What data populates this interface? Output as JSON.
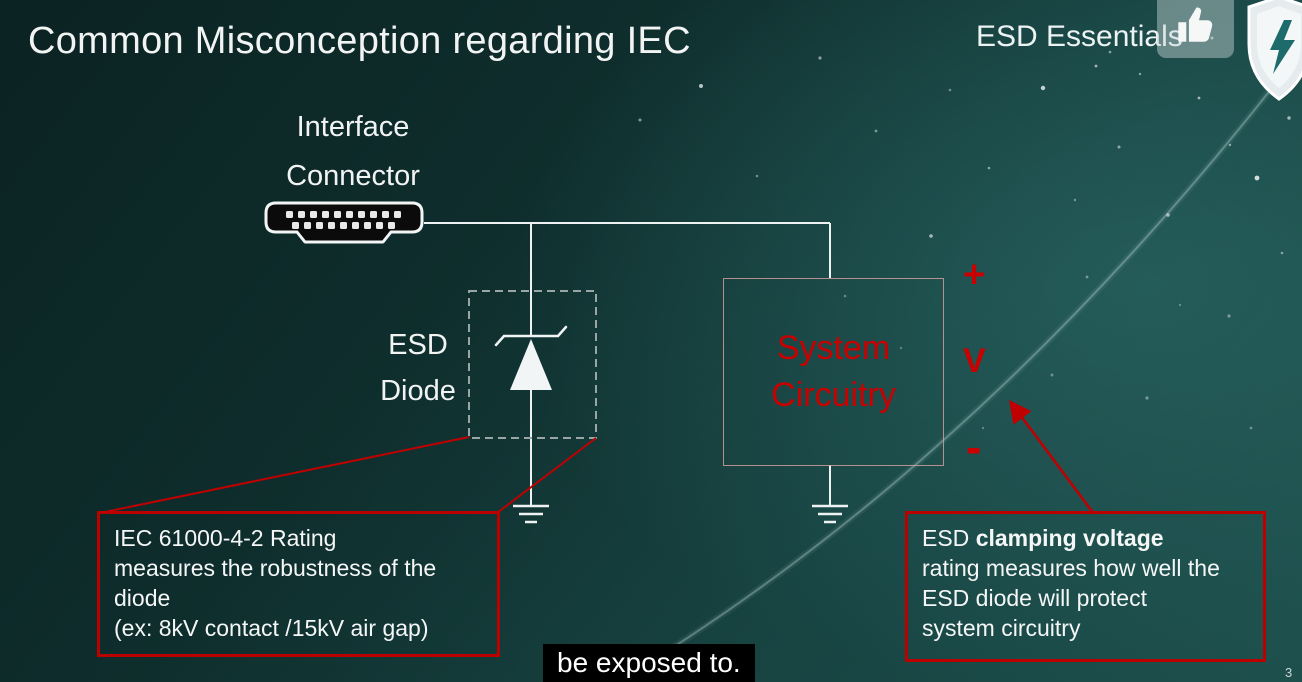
{
  "header": {
    "title": "Common Misconception regarding IEC",
    "brand": "ESD Essentials"
  },
  "icons": {
    "thumbs_up_icon": "thumbs-up",
    "shield_logo_icon": "shield-with-lightning-bolt",
    "hdmi_connector_icon": "hdmi-interface-connector",
    "esd_diode_symbol": "tvs-zener-diode-to-ground",
    "ground_symbol": "earth-ground"
  },
  "diagram": {
    "connector_label": [
      "Interface",
      "Connector"
    ],
    "esd_diode_label": [
      "ESD",
      "Diode"
    ],
    "system_box_label": [
      "System",
      "Circuitry"
    ],
    "voltage_plus": "+",
    "voltage_symbol": "V",
    "voltage_minus": "-"
  },
  "callout_left": {
    "lines": [
      "IEC 61000-4-2 Rating",
      "measures the robustness of the",
      "diode",
      "(ex: 8kV contact /15kV air gap)"
    ]
  },
  "callout_right": {
    "line1_prefix": "ESD ",
    "line1_bold": "clamping voltage",
    "lines_rest": [
      "rating measures how well the",
      "ESD diode will protect",
      "system circuitry"
    ]
  },
  "caption": {
    "text": "be exposed to."
  },
  "footer": {
    "page_number": "3"
  },
  "colors": {
    "accent_red": "#c00000",
    "callout_border_red": "#bb0000",
    "system_text_red": "#c80000",
    "text_white": "#f2f4f4",
    "background_dark": "#0b2322",
    "background_teal": "#1d4f4c",
    "caption_background": "#000000"
  }
}
